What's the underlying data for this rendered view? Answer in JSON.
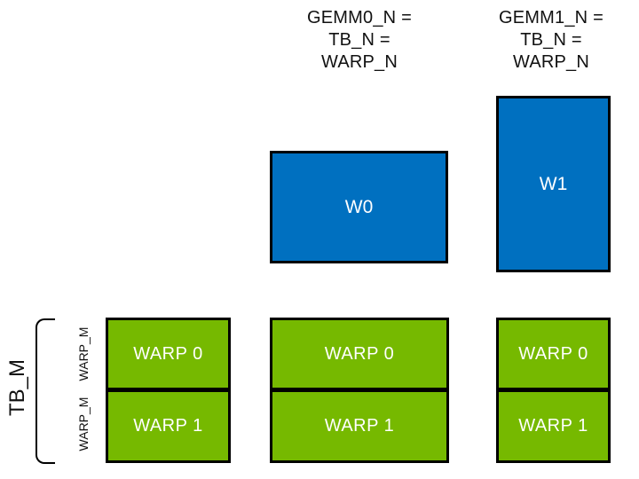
{
  "diagram": {
    "column_headers": [
      {
        "id": "gemm0",
        "lines": [
          "GEMM0_N =",
          "TB_N =",
          "WARP_N"
        ]
      },
      {
        "id": "gemm1",
        "lines": [
          "GEMM1_N =",
          "TB_N =",
          "WARP_N"
        ]
      }
    ],
    "blue_boxes": [
      {
        "label": "W0"
      },
      {
        "label": "W1"
      }
    ],
    "warp_columns": [
      {
        "rows": [
          "WARP 0",
          "WARP 1"
        ]
      },
      {
        "rows": [
          "WARP 0",
          "WARP 1"
        ]
      },
      {
        "rows": [
          "WARP 0",
          "WARP 1"
        ]
      }
    ],
    "left_axis": {
      "tb_label": "TB_M",
      "warp_labels": [
        "WARP_M",
        "WARP_M"
      ]
    },
    "colors": {
      "blue": "#0070C0",
      "green": "#76B900",
      "border": "#000000",
      "text_light": "#FFFFFF",
      "text_dark": "#111111"
    }
  }
}
